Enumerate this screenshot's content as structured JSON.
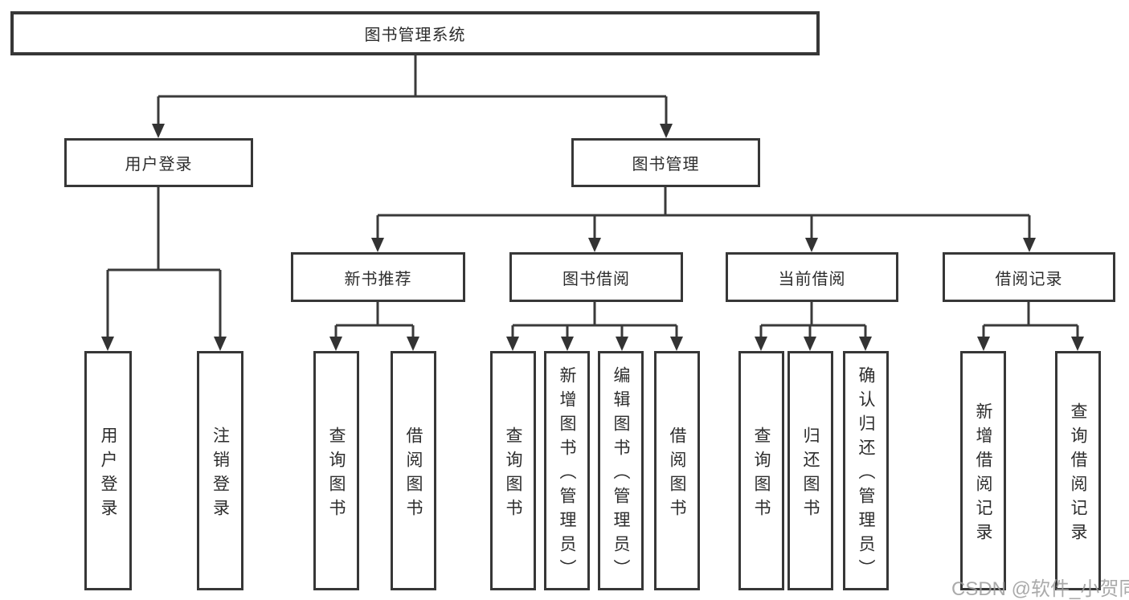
{
  "tree": {
    "label": "图书管理系统",
    "children": [
      {
        "label": "用户登录",
        "children": [
          {
            "label": "用户登录"
          },
          {
            "label": "注销登录"
          }
        ]
      },
      {
        "label": "图书管理",
        "children": [
          {
            "label": "新书推荐",
            "children": [
              {
                "label": "查询图书"
              },
              {
                "label": "借阅图书"
              }
            ]
          },
          {
            "label": "图书借阅",
            "children": [
              {
                "label": "查询图书"
              },
              {
                "label": "新增图书（管理员）"
              },
              {
                "label": "编辑图书（管理员）"
              },
              {
                "label": "借阅图书"
              }
            ]
          },
          {
            "label": "当前借阅",
            "children": [
              {
                "label": "查询图书"
              },
              {
                "label": "归还图书"
              },
              {
                "label": "确认归还（管理员）"
              }
            ]
          },
          {
            "label": "借阅记录",
            "children": [
              {
                "label": "新增借阅记录"
              },
              {
                "label": "查询借阅记录"
              }
            ]
          }
        ]
      }
    ]
  },
  "watermark": "CSDN @软件_小贺同学",
  "colors": {
    "line": "#3a3a3a",
    "text": "#2d2d2d",
    "background": "#ffffff",
    "watermark": "#9c9c9c"
  }
}
